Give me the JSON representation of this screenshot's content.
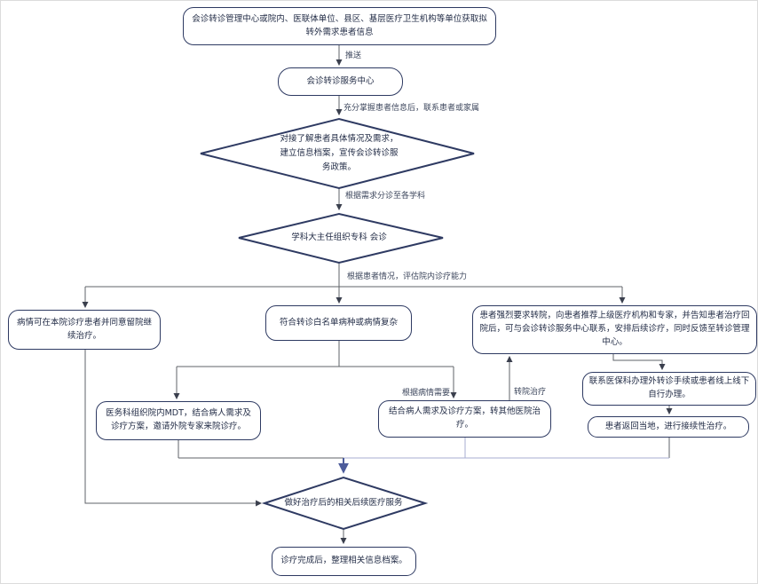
{
  "diagram": {
    "type": "flowchart",
    "language": "zh-CN",
    "colors": {
      "shape_border": "#2e3a62",
      "connector_gray": "#5f6368",
      "connector_light": "#a7aed2",
      "connector_accent_blue": "#4d5c9b",
      "text": "#232d47",
      "background": "#ffffff"
    },
    "nodes": {
      "source": {
        "text": "会诊转诊管理中心或院内、医联体单位、县区、基层医疗卫生机构等单位获取拟转外需求患者信息"
      },
      "service_center": {
        "text": "会诊转诊服务中心"
      },
      "intake_diamond": {
        "text": "对接了解患者具体情况及需求，建立信息档案，宣传会诊转诊服务政策。"
      },
      "consult_diamond": {
        "text": "学科大主任组织专科 会诊"
      },
      "stay_local": {
        "text": "病情可在本院诊疗患者并同意留院继续治疗。"
      },
      "whitelist": {
        "text": "符合转诊白名单病种或病情复杂"
      },
      "strong_request": {
        "text": "患者强烈要求转院，向患者推荐上级医疗机构和专家，并告知患者治疗回院后，可与会诊转诊服务中心联系，安排后续诊疗，同时反馈至转诊管理中心。"
      },
      "mdt": {
        "text": "医务科组织院内MDT，结合病人需求及诊疗方案，邀请外院专家来院诊疗。"
      },
      "transfer_other": {
        "text": "结合病人需求及诊疗方案，转其他医院治疗。"
      },
      "medicare": {
        "text": "联系医保科办理外转诊手续或患者线上线下自行办理。"
      },
      "return_local": {
        "text": "患者返回当地，进行接续性治疗。"
      },
      "followup_diamond": {
        "text": "做好治疗后的相关后续医疗服务"
      },
      "archive": {
        "text": "诊疗完成后，整理相关信息档案。"
      }
    },
    "edge_labels": {
      "push": "推送",
      "contact": "充分掌握患者信息后，联系患者或家属",
      "triage": "根据需求分诊至各学科",
      "evaluate": "根据患者情况，评估院内诊疗能力",
      "per_condition": "根据病情需要",
      "transfer_treatment": "转院治疗"
    }
  }
}
